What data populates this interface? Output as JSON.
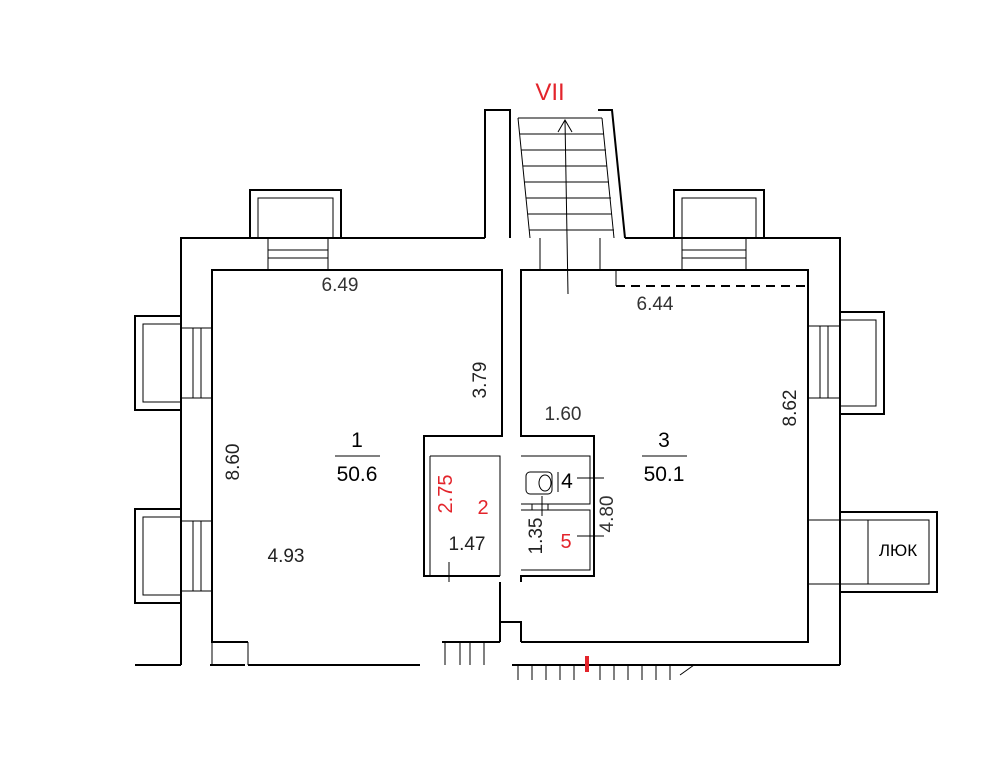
{
  "section_marker": "VII",
  "rooms": [
    {
      "number": "1",
      "area": "50.6",
      "color": "#000000"
    },
    {
      "number": "2",
      "color": "#e3242b"
    },
    {
      "number": "3",
      "area": "50.1",
      "color": "#000000"
    },
    {
      "number": "4",
      "color": "#000000"
    },
    {
      "number": "5",
      "color": "#e3242b"
    }
  ],
  "dimensions": {
    "room1_top": "6.49",
    "room1_left": "8.60",
    "room1_inner_wall": "3.79",
    "room1_bottom": "4.93",
    "room2_height": "2.75",
    "room2_width": "1.47",
    "room3_top": "6.44",
    "room3_right": "8.62",
    "room3_inner": "1.60",
    "rooms45_height": "4.80",
    "room5_width": "1.35"
  },
  "hatch_label": "ЛЮК",
  "colors": {
    "accent_red": "#e3242b",
    "line": "#000000"
  }
}
